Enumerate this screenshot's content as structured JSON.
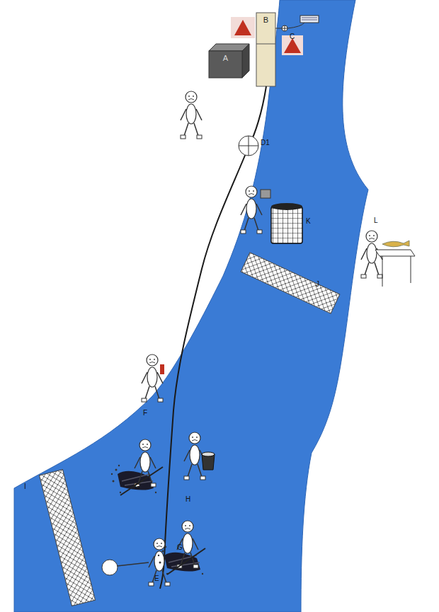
{
  "diagram": {
    "nodes": [
      {
        "text": [
          "A"
        ]
      },
      {
        "text": [
          "B"
        ]
      }
    ],
    "labels": [
      "C",
      "D1",
      "K",
      "L",
      "J",
      "F",
      "G",
      "H",
      "I",
      "E",
      "G"
    ]
  }
}
